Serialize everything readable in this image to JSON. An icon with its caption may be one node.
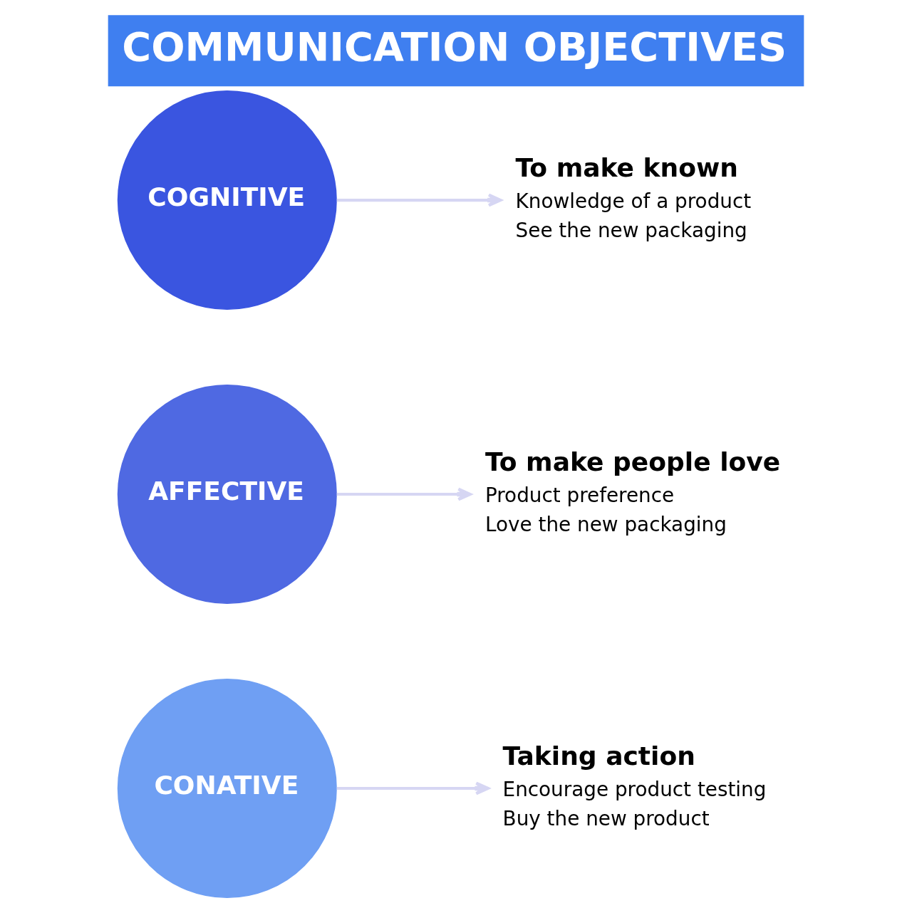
{
  "diagram": {
    "title": "COMMUNICATION OBJECTIVES",
    "nodes": [
      {
        "text": [
          "COGNITIVE"
        ]
      },
      {
        "text": [
          "To make known",
          "Knowledge of a product",
          "See the new packaging"
        ]
      },
      {
        "text": [
          "AFFECTIVE"
        ]
      },
      {
        "text": [
          "To make people love",
          "Product preference",
          "Love the new packaging"
        ]
      },
      {
        "text": [
          "CONATIVE"
        ]
      },
      {
        "text": [
          "Taking action",
          "Encourage product testing",
          "Buy the new product"
        ]
      }
    ],
    "edges": [
      {
        "from": 0,
        "to": 1,
        "arrow": "to"
      },
      {
        "from": 2,
        "to": 3,
        "arrow": "to"
      },
      {
        "from": 4,
        "to": 5,
        "arrow": "to"
      }
    ]
  }
}
